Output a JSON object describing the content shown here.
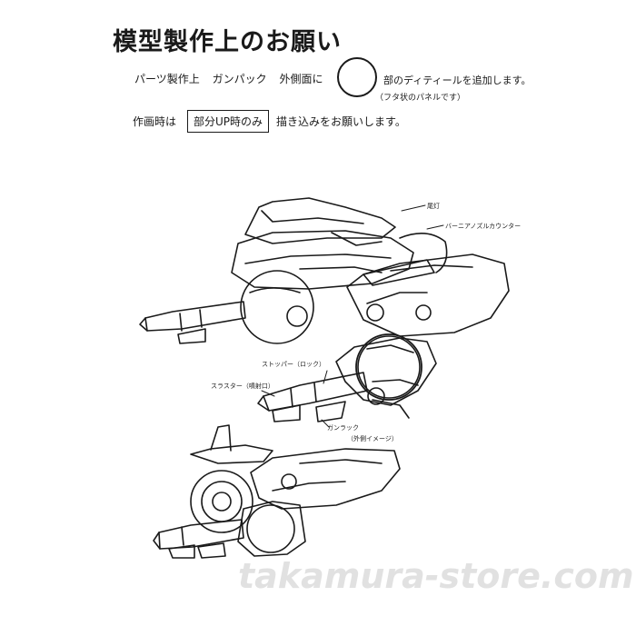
{
  "document": {
    "title": "模型製作上のお願い",
    "line1_left": "パーツ製作上",
    "line1_mid": "ガンパック",
    "line1_right": "外側面に",
    "line1_end": "部のディティールを追加します。",
    "line1_note": "（フタ状のパネルです）",
    "line2_prefix": "作画時は",
    "line2_boxed": "部分UP時のみ",
    "line2_suffix": "描き込みをお願いします。"
  },
  "callouts": {
    "a": "尾灯",
    "b": "バーニアノズルカウンター",
    "c": "スラスター（噴射口）",
    "d": "ストッパー（ロック）",
    "e": "ガンラック",
    "f": "（外側イメージ）"
  },
  "watermark": "takamura-store.com"
}
